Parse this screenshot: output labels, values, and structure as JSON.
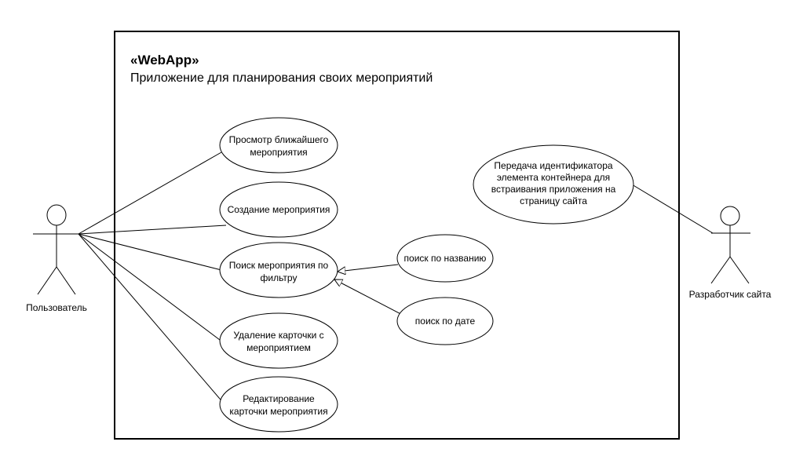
{
  "system": {
    "stereotype": "«WebApp»",
    "name": "Приложение для планирования своих мероприятий"
  },
  "actors": {
    "user": {
      "label": "Пользователь"
    },
    "developer": {
      "label": "Разработчик сайта"
    }
  },
  "use_cases": {
    "view_nearest": [
      "Просмотр ближайшего",
      "мероприятия"
    ],
    "create": [
      "Создание мероприятия"
    ],
    "search_filter": [
      "Поиск мероприятия по",
      "фильтру"
    ],
    "delete_card": [
      "Удаление карточки с",
      "мероприятием"
    ],
    "edit_card": [
      "Редактирование",
      "карточки мероприятия"
    ],
    "search_name": [
      "поиск по названию"
    ],
    "search_date": [
      "поиск по дате"
    ],
    "embed_id": [
      "Передача идентификатора",
      "элемента контейнера для",
      "встраивания приложения на",
      "страницу сайта"
    ]
  }
}
